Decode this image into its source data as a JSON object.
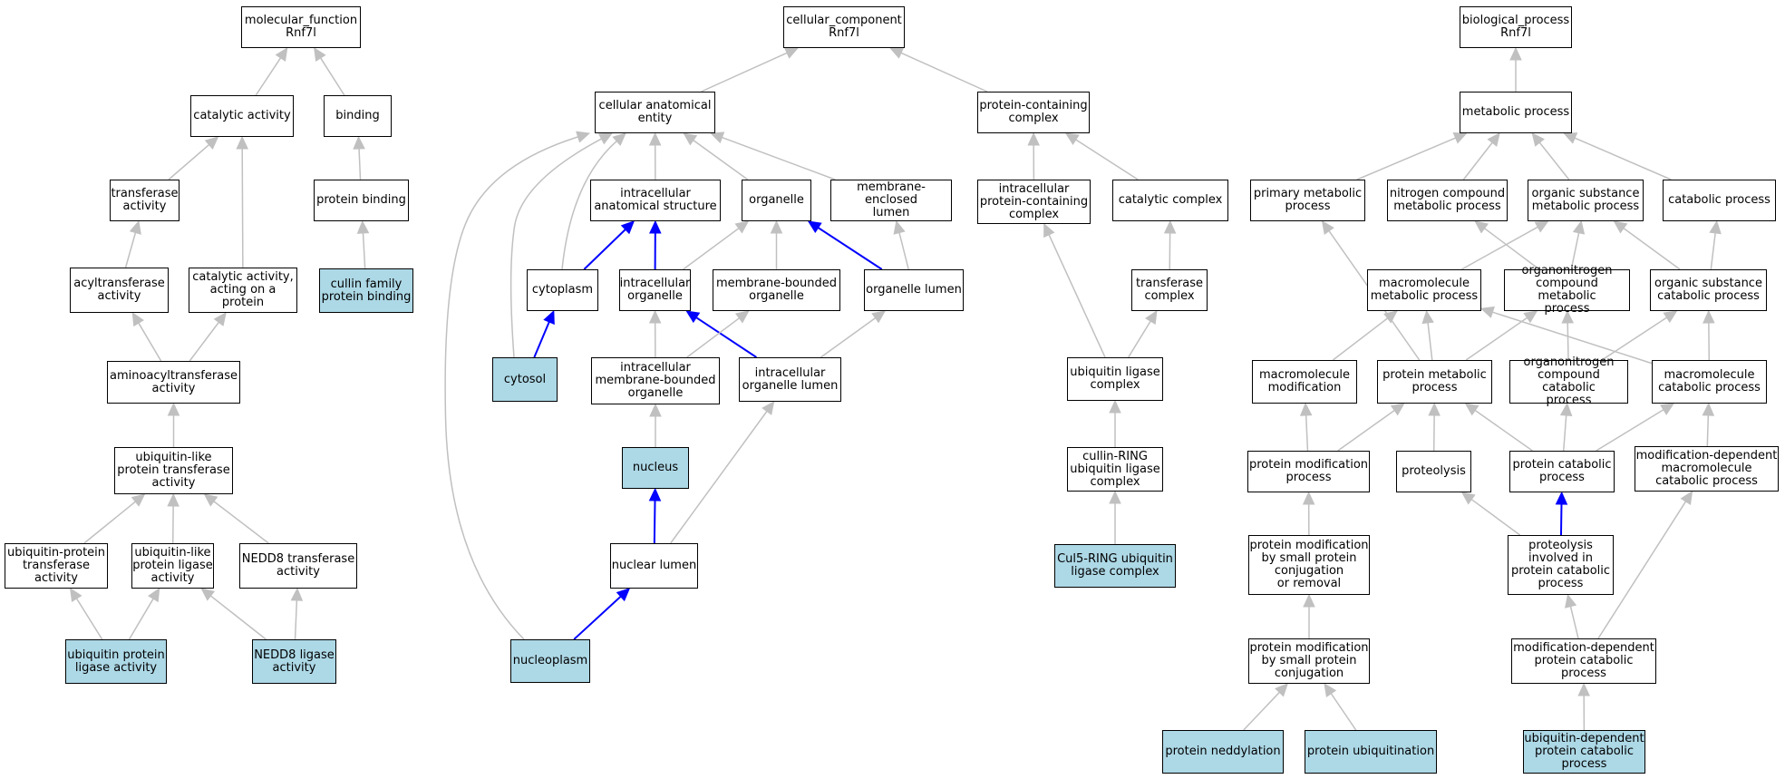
{
  "colors": {
    "edge_default": "#c0c0c0",
    "edge_highlight": "#0000ff",
    "node_highlight": "#add8e6",
    "node_default": "#ffffff"
  },
  "nodes": {
    "mf_root": {
      "lines": [
        "molecular_function",
        "Rnf7l"
      ],
      "highlight": false
    },
    "catalytic_activity": {
      "lines": [
        "catalytic activity"
      ],
      "highlight": false
    },
    "binding": {
      "lines": [
        "binding"
      ],
      "highlight": false
    },
    "transferase_activity": {
      "lines": [
        "transferase",
        "activity"
      ],
      "highlight": false
    },
    "protein_binding": {
      "lines": [
        "protein binding"
      ],
      "highlight": false
    },
    "acyltransferase_activity": {
      "lines": [
        "acyltransferase",
        "activity"
      ],
      "highlight": false
    },
    "catalytic_on_protein": {
      "lines": [
        "catalytic activity,",
        "acting on a",
        "protein"
      ],
      "highlight": false
    },
    "cullin_family_binding": {
      "lines": [
        "cullin family",
        "protein binding"
      ],
      "highlight": true
    },
    "aminoacyltransferase": {
      "lines": [
        "aminoacyltransferase",
        "activity"
      ],
      "highlight": false
    },
    "ubl_transferase": {
      "lines": [
        "ubiquitin-like",
        "protein transferase",
        "activity"
      ],
      "highlight": false
    },
    "ub_protein_transferase": {
      "lines": [
        "ubiquitin-protein",
        "transferase",
        "activity"
      ],
      "highlight": false
    },
    "ubl_ligase": {
      "lines": [
        "ubiquitin-like",
        "protein ligase",
        "activity"
      ],
      "highlight": false
    },
    "nedd8_transferase": {
      "lines": [
        "NEDD8 transferase",
        "activity"
      ],
      "highlight": false
    },
    "ub_ligase_activity": {
      "lines": [
        "ubiquitin protein",
        "ligase activity"
      ],
      "highlight": true
    },
    "nedd8_ligase": {
      "lines": [
        "NEDD8 ligase",
        "activity"
      ],
      "highlight": true
    },
    "cc_root": {
      "lines": [
        "cellular_component",
        "Rnf7l"
      ],
      "highlight": false
    },
    "cellular_anatomical_entity": {
      "lines": [
        "cellular anatomical",
        "entity"
      ],
      "highlight": false
    },
    "protein_containing_complex": {
      "lines": [
        "protein-containing",
        "complex"
      ],
      "highlight": false
    },
    "intracellular_anatomical": {
      "lines": [
        "intracellular",
        "anatomical structure"
      ],
      "highlight": false
    },
    "organelle": {
      "lines": [
        "organelle"
      ],
      "highlight": false
    },
    "membrane_enclosed_lumen": {
      "lines": [
        "membrane-enclosed",
        "lumen"
      ],
      "highlight": false
    },
    "intracellular_pc_complex": {
      "lines": [
        "intracellular",
        "protein-containing",
        "complex"
      ],
      "highlight": false
    },
    "catalytic_complex": {
      "lines": [
        "catalytic complex"
      ],
      "highlight": false
    },
    "cytoplasm": {
      "lines": [
        "cytoplasm"
      ],
      "highlight": false
    },
    "intracellular_organelle": {
      "lines": [
        "intracellular",
        "organelle"
      ],
      "highlight": false
    },
    "membrane_bounded_organelle": {
      "lines": [
        "membrane-bounded",
        "organelle"
      ],
      "highlight": false
    },
    "organelle_lumen": {
      "lines": [
        "organelle lumen"
      ],
      "highlight": false
    },
    "transferase_complex": {
      "lines": [
        "transferase",
        "complex"
      ],
      "highlight": false
    },
    "cytosol": {
      "lines": [
        "cytosol"
      ],
      "highlight": true
    },
    "intracellular_mb_organelle": {
      "lines": [
        "intracellular",
        "membrane-bounded",
        "organelle"
      ],
      "highlight": false
    },
    "intracellular_organelle_lumen": {
      "lines": [
        "intracellular",
        "organelle lumen"
      ],
      "highlight": false
    },
    "ub_ligase_complex": {
      "lines": [
        "ubiquitin ligase",
        "complex"
      ],
      "highlight": false
    },
    "nucleus": {
      "lines": [
        "nucleus"
      ],
      "highlight": true
    },
    "cullin_ring_complex": {
      "lines": [
        "cullin-RING",
        "ubiquitin ligase",
        "complex"
      ],
      "highlight": false
    },
    "nuclear_lumen": {
      "lines": [
        "nuclear lumen"
      ],
      "highlight": false
    },
    "cul5_ring_complex": {
      "lines": [
        "Cul5-RING ubiquitin",
        "ligase complex"
      ],
      "highlight": true
    },
    "nucleoplasm": {
      "lines": [
        "nucleoplasm"
      ],
      "highlight": true
    },
    "bp_root": {
      "lines": [
        "biological_process",
        "Rnf7l"
      ],
      "highlight": false
    },
    "metabolic_process": {
      "lines": [
        "metabolic process"
      ],
      "highlight": false
    },
    "primary_metabolic": {
      "lines": [
        "primary metabolic",
        "process"
      ],
      "highlight": false
    },
    "nitrogen_compound_metabolic": {
      "lines": [
        "nitrogen compound",
        "metabolic process"
      ],
      "highlight": false
    },
    "organic_substance_metabolic": {
      "lines": [
        "organic substance",
        "metabolic process"
      ],
      "highlight": false
    },
    "catabolic_process": {
      "lines": [
        "catabolic process"
      ],
      "highlight": false
    },
    "macromolecule_metabolic": {
      "lines": [
        "macromolecule",
        "metabolic process"
      ],
      "highlight": false
    },
    "organonitrogen_metabolic": {
      "lines": [
        "organonitrogen",
        "compound metabolic",
        "process"
      ],
      "highlight": false
    },
    "organic_substance_catabolic": {
      "lines": [
        "organic substance",
        "catabolic process"
      ],
      "highlight": false
    },
    "macromolecule_modification": {
      "lines": [
        "macromolecule",
        "modification"
      ],
      "highlight": false
    },
    "protein_metabolic": {
      "lines": [
        "protein metabolic",
        "process"
      ],
      "highlight": false
    },
    "organonitrogen_catabolic": {
      "lines": [
        "organonitrogen",
        "compound catabolic",
        "process"
      ],
      "highlight": false
    },
    "macromolecule_catabolic": {
      "lines": [
        "macromolecule",
        "catabolic process"
      ],
      "highlight": false
    },
    "protein_modification": {
      "lines": [
        "protein modification",
        "process"
      ],
      "highlight": false
    },
    "proteolysis": {
      "lines": [
        "proteolysis"
      ],
      "highlight": false
    },
    "protein_catabolic": {
      "lines": [
        "protein catabolic",
        "process"
      ],
      "highlight": false
    },
    "mod_dep_macromolecule_catabolic": {
      "lines": [
        "modification-dependent",
        "macromolecule",
        "catabolic process"
      ],
      "highlight": false
    },
    "pm_small_protein_conj_removal": {
      "lines": [
        "protein modification",
        "by small protein",
        "conjugation",
        "or removal"
      ],
      "highlight": false
    },
    "proteolysis_catabolic": {
      "lines": [
        "proteolysis",
        "involved in",
        "protein catabolic",
        "process"
      ],
      "highlight": false
    },
    "pm_small_protein_conj": {
      "lines": [
        "protein modification",
        "by small protein",
        "conjugation"
      ],
      "highlight": false
    },
    "mod_dep_protein_catabolic": {
      "lines": [
        "modification-dependent",
        "protein catabolic",
        "process"
      ],
      "highlight": false
    },
    "protein_neddylation": {
      "lines": [
        "protein neddylation"
      ],
      "highlight": true
    },
    "protein_ubiquitination": {
      "lines": [
        "protein ubiquitination"
      ],
      "highlight": true
    },
    "ub_dep_protein_catabolic": {
      "lines": [
        "ubiquitin-dependent",
        "protein catabolic",
        "process"
      ],
      "highlight": true
    }
  },
  "edges": [
    {
      "from": "catalytic_activity",
      "to": "mf_root",
      "highlight": false
    },
    {
      "from": "binding",
      "to": "mf_root",
      "highlight": false
    },
    {
      "from": "transferase_activity",
      "to": "catalytic_activity",
      "highlight": false
    },
    {
      "from": "catalytic_on_protein",
      "to": "catalytic_activity",
      "highlight": false
    },
    {
      "from": "protein_binding",
      "to": "binding",
      "highlight": false
    },
    {
      "from": "acyltransferase_activity",
      "to": "transferase_activity",
      "highlight": false
    },
    {
      "from": "cullin_family_binding",
      "to": "protein_binding",
      "highlight": false
    },
    {
      "from": "aminoacyltransferase",
      "to": "acyltransferase_activity",
      "highlight": false
    },
    {
      "from": "aminoacyltransferase",
      "to": "catalytic_on_protein",
      "highlight": false
    },
    {
      "from": "ubl_transferase",
      "to": "aminoacyltransferase",
      "highlight": false
    },
    {
      "from": "ub_protein_transferase",
      "to": "ubl_transferase",
      "highlight": false
    },
    {
      "from": "ubl_ligase",
      "to": "ubl_transferase",
      "highlight": false
    },
    {
      "from": "nedd8_transferase",
      "to": "ubl_transferase",
      "highlight": false
    },
    {
      "from": "ub_ligase_activity",
      "to": "ub_protein_transferase",
      "highlight": false
    },
    {
      "from": "ub_ligase_activity",
      "to": "ubl_ligase",
      "highlight": false
    },
    {
      "from": "nedd8_ligase",
      "to": "ubl_ligase",
      "highlight": false
    },
    {
      "from": "nedd8_ligase",
      "to": "nedd8_transferase",
      "highlight": false
    },
    {
      "from": "cellular_anatomical_entity",
      "to": "cc_root",
      "highlight": false
    },
    {
      "from": "protein_containing_complex",
      "to": "cc_root",
      "highlight": false
    },
    {
      "from": "intracellular_anatomical",
      "to": "cellular_anatomical_entity",
      "highlight": false
    },
    {
      "from": "organelle",
      "to": "cellular_anatomical_entity",
      "highlight": false
    },
    {
      "from": "membrane_enclosed_lumen",
      "to": "cellular_anatomical_entity",
      "highlight": false
    },
    {
      "from": "cytoplasm",
      "to": "cellular_anatomical_entity",
      "highlight": false
    },
    {
      "from": "cytosol",
      "to": "cellular_anatomical_entity",
      "highlight": false
    },
    {
      "from": "nucleoplasm",
      "to": "cellular_anatomical_entity",
      "highlight": false
    },
    {
      "from": "intracellular_pc_complex",
      "to": "protein_containing_complex",
      "highlight": false
    },
    {
      "from": "catalytic_complex",
      "to": "protein_containing_complex",
      "highlight": false
    },
    {
      "from": "cytoplasm",
      "to": "intracellular_anatomical",
      "highlight": true
    },
    {
      "from": "intracellular_organelle",
      "to": "intracellular_anatomical",
      "highlight": true
    },
    {
      "from": "intracellular_organelle",
      "to": "organelle",
      "highlight": false
    },
    {
      "from": "membrane_bounded_organelle",
      "to": "organelle",
      "highlight": false
    },
    {
      "from": "organelle_lumen",
      "to": "organelle",
      "highlight": true
    },
    {
      "from": "organelle_lumen",
      "to": "membrane_enclosed_lumen",
      "highlight": false
    },
    {
      "from": "ub_ligase_complex",
      "to": "intracellular_pc_complex",
      "highlight": false
    },
    {
      "from": "transferase_complex",
      "to": "catalytic_complex",
      "highlight": false
    },
    {
      "from": "cytosol",
      "to": "cytoplasm",
      "highlight": true
    },
    {
      "from": "intracellular_mb_organelle",
      "to": "intracellular_organelle",
      "highlight": false
    },
    {
      "from": "intracellular_organelle_lumen",
      "to": "intracellular_organelle",
      "highlight": true
    },
    {
      "from": "intracellular_mb_organelle",
      "to": "membrane_bounded_organelle",
      "highlight": false
    },
    {
      "from": "intracellular_organelle_lumen",
      "to": "organelle_lumen",
      "highlight": false
    },
    {
      "from": "ub_ligase_complex",
      "to": "transferase_complex",
      "highlight": false
    },
    {
      "from": "nucleus",
      "to": "intracellular_mb_organelle",
      "highlight": false
    },
    {
      "from": "nuclear_lumen",
      "to": "intracellular_organelle_lumen",
      "highlight": false
    },
    {
      "from": "cullin_ring_complex",
      "to": "ub_ligase_complex",
      "highlight": false
    },
    {
      "from": "nuclear_lumen",
      "to": "nucleus",
      "highlight": true
    },
    {
      "from": "cul5_ring_complex",
      "to": "cullin_ring_complex",
      "highlight": false
    },
    {
      "from": "nucleoplasm",
      "to": "nuclear_lumen",
      "highlight": true
    },
    {
      "from": "metabolic_process",
      "to": "bp_root",
      "highlight": false
    },
    {
      "from": "primary_metabolic",
      "to": "metabolic_process",
      "highlight": false
    },
    {
      "from": "nitrogen_compound_metabolic",
      "to": "metabolic_process",
      "highlight": false
    },
    {
      "from": "organic_substance_metabolic",
      "to": "metabolic_process",
      "highlight": false
    },
    {
      "from": "catabolic_process",
      "to": "metabolic_process",
      "highlight": false
    },
    {
      "from": "macromolecule_metabolic",
      "to": "organic_substance_metabolic",
      "highlight": false
    },
    {
      "from": "organonitrogen_metabolic",
      "to": "organic_substance_metabolic",
      "highlight": false
    },
    {
      "from": "organic_substance_catabolic",
      "to": "organic_substance_metabolic",
      "highlight": false
    },
    {
      "from": "organonitrogen_metabolic",
      "to": "nitrogen_compound_metabolic",
      "highlight": false
    },
    {
      "from": "organic_substance_catabolic",
      "to": "catabolic_process",
      "highlight": false
    },
    {
      "from": "protein_metabolic",
      "to": "primary_metabolic",
      "highlight": false
    },
    {
      "from": "macromolecule_modification",
      "to": "macromolecule_metabolic",
      "highlight": false
    },
    {
      "from": "protein_metabolic",
      "to": "macromolecule_metabolic",
      "highlight": false
    },
    {
      "from": "macromolecule_catabolic",
      "to": "macromolecule_metabolic",
      "highlight": false
    },
    {
      "from": "protein_metabolic",
      "to": "organonitrogen_metabolic",
      "highlight": false
    },
    {
      "from": "organonitrogen_catabolic",
      "to": "organonitrogen_metabolic",
      "highlight": false
    },
    {
      "from": "organonitrogen_catabolic",
      "to": "organic_substance_catabolic",
      "highlight": false
    },
    {
      "from": "macromolecule_catabolic",
      "to": "organic_substance_catabolic",
      "highlight": false
    },
    {
      "from": "protein_modification",
      "to": "macromolecule_modification",
      "highlight": false
    },
    {
      "from": "protein_modification",
      "to": "protein_metabolic",
      "highlight": false
    },
    {
      "from": "proteolysis",
      "to": "protein_metabolic",
      "highlight": false
    },
    {
      "from": "protein_catabolic",
      "to": "protein_metabolic",
      "highlight": false
    },
    {
      "from": "protein_catabolic",
      "to": "organonitrogen_catabolic",
      "highlight": false
    },
    {
      "from": "protein_catabolic",
      "to": "macromolecule_catabolic",
      "highlight": false
    },
    {
      "from": "mod_dep_macromolecule_catabolic",
      "to": "macromolecule_catabolic",
      "highlight": false
    },
    {
      "from": "pm_small_protein_conj_removal",
      "to": "protein_modification",
      "highlight": false
    },
    {
      "from": "proteolysis_catabolic",
      "to": "proteolysis",
      "highlight": false
    },
    {
      "from": "proteolysis_catabolic",
      "to": "protein_catabolic",
      "highlight": true
    },
    {
      "from": "pm_small_protein_conj",
      "to": "pm_small_protein_conj_removal",
      "highlight": false
    },
    {
      "from": "mod_dep_protein_catabolic",
      "to": "proteolysis_catabolic",
      "highlight": false
    },
    {
      "from": "mod_dep_protein_catabolic",
      "to": "mod_dep_macromolecule_catabolic",
      "highlight": false
    },
    {
      "from": "protein_neddylation",
      "to": "pm_small_protein_conj",
      "highlight": false
    },
    {
      "from": "protein_ubiquitination",
      "to": "pm_small_protein_conj",
      "highlight": false
    },
    {
      "from": "ub_dep_protein_catabolic",
      "to": "mod_dep_protein_catabolic",
      "highlight": false
    }
  ]
}
